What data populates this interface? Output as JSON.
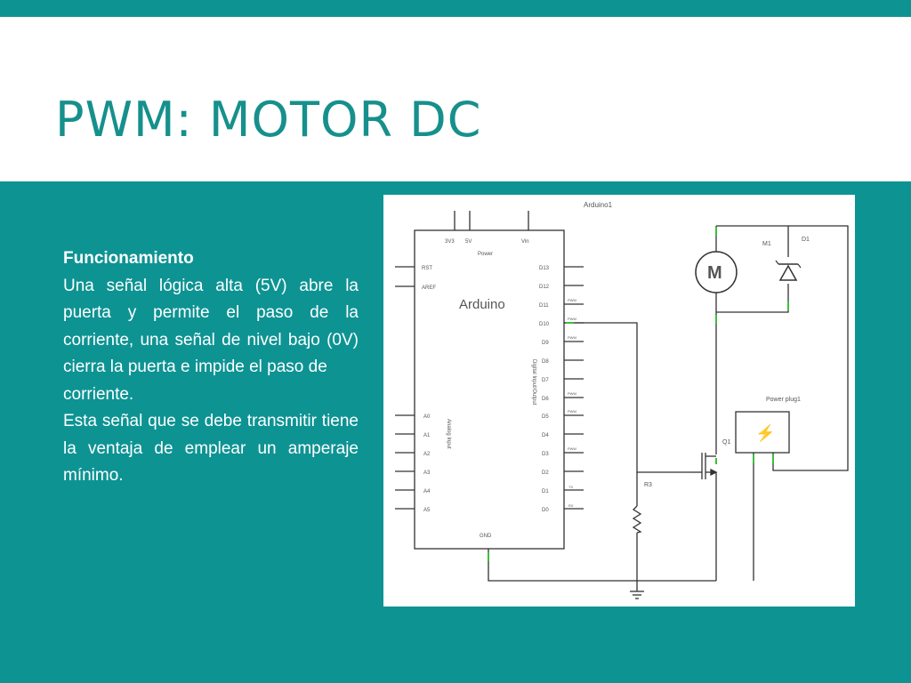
{
  "slide": {
    "title": "PWM: MOTOR DC",
    "body": {
      "heading": "Funcionamiento",
      "paragraph1": "Una señal lógica alta (5V) abre la puerta y permite el paso de la corriente, una señal de nivel bajo (0V) cierra la puerta e impide el paso de",
      "paragraph1_end": "corriente.",
      "paragraph2": "Esta señal que se debe transmitir tiene la ventaja de emplear un amperaje mínimo."
    }
  },
  "colors": {
    "teal_background": "#0e9393",
    "title_color": "#16908c",
    "wire_green": "#3ac23a"
  },
  "schematic": {
    "label_arduino_ref": "Arduino1",
    "board_name": "Arduino",
    "power_pins": [
      "3V3",
      "5V",
      "Vin"
    ],
    "power_label": "Power",
    "left_pins_top": [
      "RST",
      "AREF"
    ],
    "left_pins_analog": [
      "A0",
      "A1",
      "A2",
      "A3",
      "A4",
      "A5"
    ],
    "analog_label": "Analog Input",
    "right_pins": [
      "D13",
      "D12",
      "D11",
      "D10",
      "D9",
      "D8",
      "D7",
      "D6",
      "D5",
      "D4",
      "D3",
      "D2",
      "D1",
      "D0"
    ],
    "pwm_tag": "PWM",
    "digital_label": "Digital Input/Output",
    "gnd_label": "GND",
    "tx_label": "TX",
    "rx_label": "RX",
    "motor_ref": "M1",
    "motor_symbol": "M",
    "diode_ref": "D1",
    "transistor_ref": "Q1",
    "resistor_ref": "R3",
    "power_plug_ref": "Power plug1",
    "power_plug_symbol": "⚡"
  }
}
